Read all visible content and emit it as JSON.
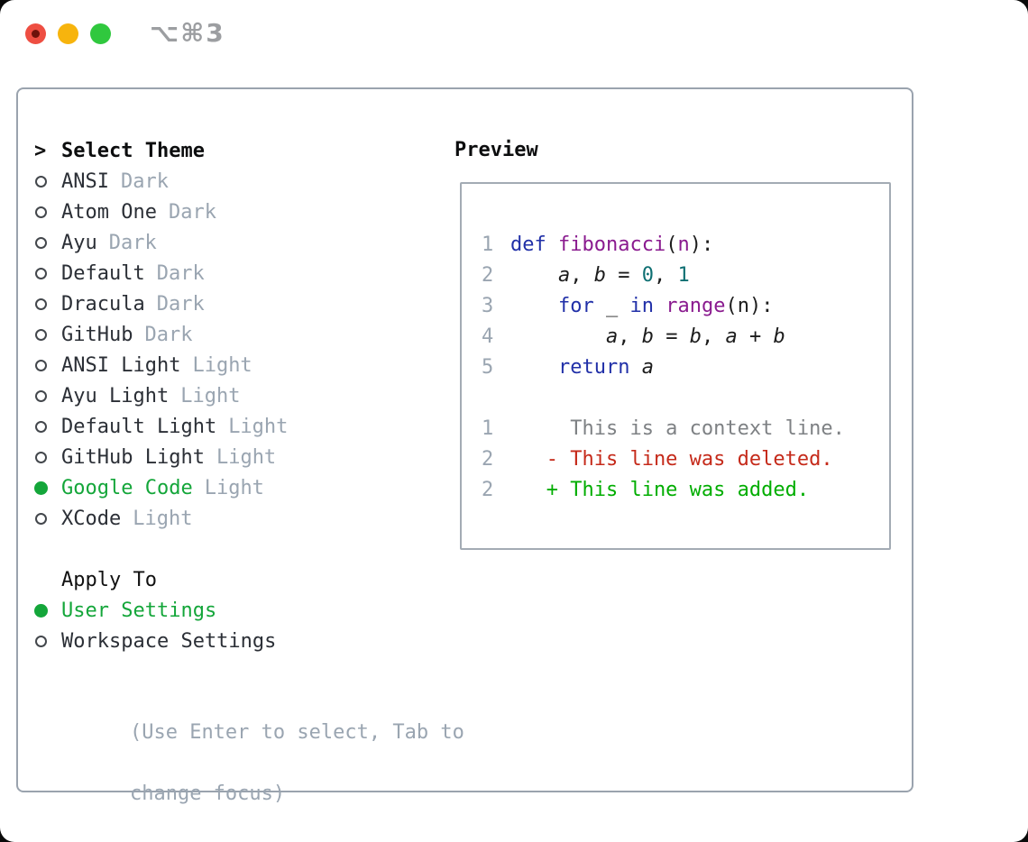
{
  "window": {
    "title": "⌥⌘3"
  },
  "colors": {
    "accent_green": "#14a63a",
    "keyword_blue": "#2130a8",
    "name_purple": "#8a1b8f",
    "number_teal": "#0e6f72",
    "diff_deleted_red": "#c52a1a",
    "diff_added_green": "#00ad00",
    "context_gray": "#7e8184",
    "muted_gray": "#9aa5b1",
    "panel_border": "#9aa3ae",
    "traffic_red": "#ee4e42",
    "traffic_yellow": "#f7b40d",
    "traffic_green": "#30c83e"
  },
  "theme_panel": {
    "header": {
      "marker": ">",
      "label": "Select Theme"
    },
    "themes": [
      {
        "name": "ANSI",
        "tag": "Dark",
        "selected": false
      },
      {
        "name": "Atom One",
        "tag": "Dark",
        "selected": false
      },
      {
        "name": "Ayu",
        "tag": "Dark",
        "selected": false
      },
      {
        "name": "Default",
        "tag": "Dark",
        "selected": false
      },
      {
        "name": "Dracula",
        "tag": "Dark",
        "selected": false
      },
      {
        "name": "GitHub",
        "tag": "Dark",
        "selected": false
      },
      {
        "name": "ANSI Light",
        "tag": "Light",
        "selected": false
      },
      {
        "name": "Ayu Light",
        "tag": "Light",
        "selected": false
      },
      {
        "name": "Default Light",
        "tag": "Light",
        "selected": false
      },
      {
        "name": "GitHub Light",
        "tag": "Light",
        "selected": false
      },
      {
        "name": "Google Code",
        "tag": "Light",
        "selected": true
      },
      {
        "name": "XCode",
        "tag": "Light",
        "selected": false
      }
    ],
    "apply_to": {
      "label": "Apply To",
      "options": [
        {
          "name": "User Settings",
          "selected": true
        },
        {
          "name": "Workspace Settings",
          "selected": false
        }
      ]
    },
    "help": [
      "(Use Enter to select, Tab to",
      "change focus)"
    ]
  },
  "preview": {
    "label": "Preview",
    "code_lines": [
      {
        "ln": "1",
        "segments": [
          {
            "t": "def",
            "c": "kw"
          },
          {
            "t": " ",
            "c": "pl"
          },
          {
            "t": "fibonacci",
            "c": "fn"
          },
          {
            "t": "(",
            "c": "pl"
          },
          {
            "t": "n",
            "c": "fn"
          },
          {
            "t": "):",
            "c": "pl"
          }
        ]
      },
      {
        "ln": "2",
        "segments": [
          {
            "t": "    ",
            "c": "pl"
          },
          {
            "t": "a",
            "c": "var"
          },
          {
            "t": ", ",
            "c": "pl"
          },
          {
            "t": "b",
            "c": "var"
          },
          {
            "t": " = ",
            "c": "pl"
          },
          {
            "t": "0",
            "c": "num"
          },
          {
            "t": ", ",
            "c": "pl"
          },
          {
            "t": "1",
            "c": "num"
          }
        ]
      },
      {
        "ln": "3",
        "segments": [
          {
            "t": "    ",
            "c": "pl"
          },
          {
            "t": "for",
            "c": "kw"
          },
          {
            "t": " _ ",
            "c": "pl"
          },
          {
            "t": "in",
            "c": "kw"
          },
          {
            "t": " ",
            "c": "pl"
          },
          {
            "t": "range",
            "c": "fn"
          },
          {
            "t": "(n):",
            "c": "pl"
          }
        ]
      },
      {
        "ln": "4",
        "segments": [
          {
            "t": "        ",
            "c": "pl"
          },
          {
            "t": "a",
            "c": "var"
          },
          {
            "t": ", ",
            "c": "pl"
          },
          {
            "t": "b",
            "c": "var"
          },
          {
            "t": " = ",
            "c": "pl"
          },
          {
            "t": "b",
            "c": "var"
          },
          {
            "t": ", ",
            "c": "pl"
          },
          {
            "t": "a",
            "c": "var"
          },
          {
            "t": " + ",
            "c": "pl"
          },
          {
            "t": "b",
            "c": "var"
          }
        ]
      },
      {
        "ln": "5",
        "segments": [
          {
            "t": "    ",
            "c": "pl"
          },
          {
            "t": "return",
            "c": "kw"
          },
          {
            "t": " ",
            "c": "pl"
          },
          {
            "t": "a",
            "c": "var"
          }
        ]
      },
      {
        "ln": "",
        "segments": []
      },
      {
        "ln": "1",
        "segments": [
          {
            "t": "     This is a context line.",
            "c": "ctx"
          }
        ]
      },
      {
        "ln": "2",
        "segments": [
          {
            "t": "   - This line was deleted.",
            "c": "del"
          }
        ]
      },
      {
        "ln": "2",
        "segments": [
          {
            "t": "   + This line was added.",
            "c": "add"
          }
        ]
      }
    ]
  }
}
